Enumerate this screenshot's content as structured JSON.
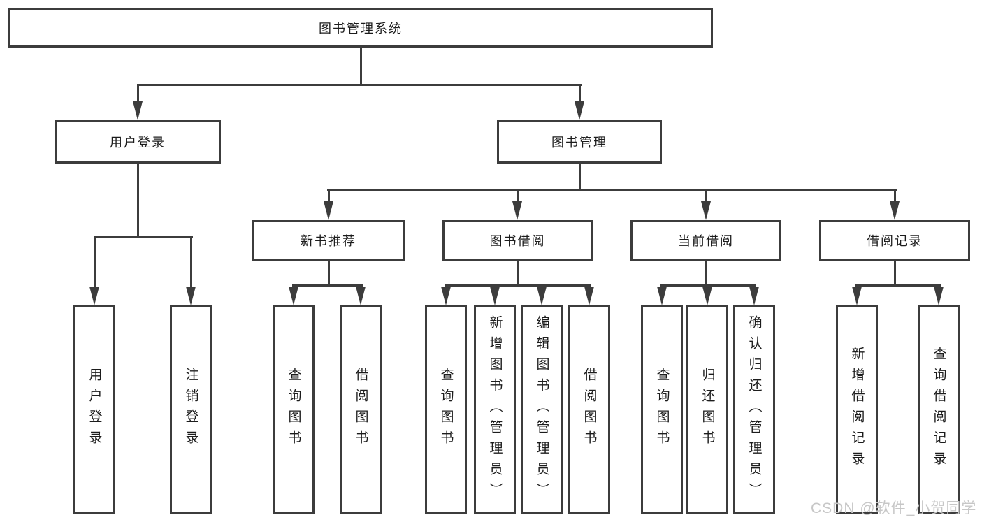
{
  "root": {
    "label": "图书管理系统"
  },
  "branches": [
    {
      "label": "用户登录",
      "children": [
        {
          "label": "用户登录"
        },
        {
          "label": "注销登录"
        }
      ]
    },
    {
      "label": "图书管理",
      "children": [
        {
          "label": "新书推荐",
          "children": [
            {
              "label": "查询图书"
            },
            {
              "label": "借阅图书"
            }
          ]
        },
        {
          "label": "图书借阅",
          "children": [
            {
              "label": "查询图书"
            },
            {
              "label": "新增图书（管理员）"
            },
            {
              "label": "编辑图书（管理员）"
            },
            {
              "label": "借阅图书"
            }
          ]
        },
        {
          "label": "当前借阅",
          "children": [
            {
              "label": "查询图书"
            },
            {
              "label": "归还图书"
            },
            {
              "label": "确认归还（管理员）"
            }
          ]
        },
        {
          "label": "借阅记录",
          "children": [
            {
              "label": "新增借阅记录"
            },
            {
              "label": "查询借阅记录"
            }
          ]
        }
      ]
    }
  ],
  "watermark": "CSDN @软件_小贺同学",
  "colors": {
    "line": "#3c3c3c",
    "box_border": "#3c3c3c",
    "text": "#1c1c1c",
    "watermark": "#c7c7c7",
    "background": "#ffffff"
  }
}
